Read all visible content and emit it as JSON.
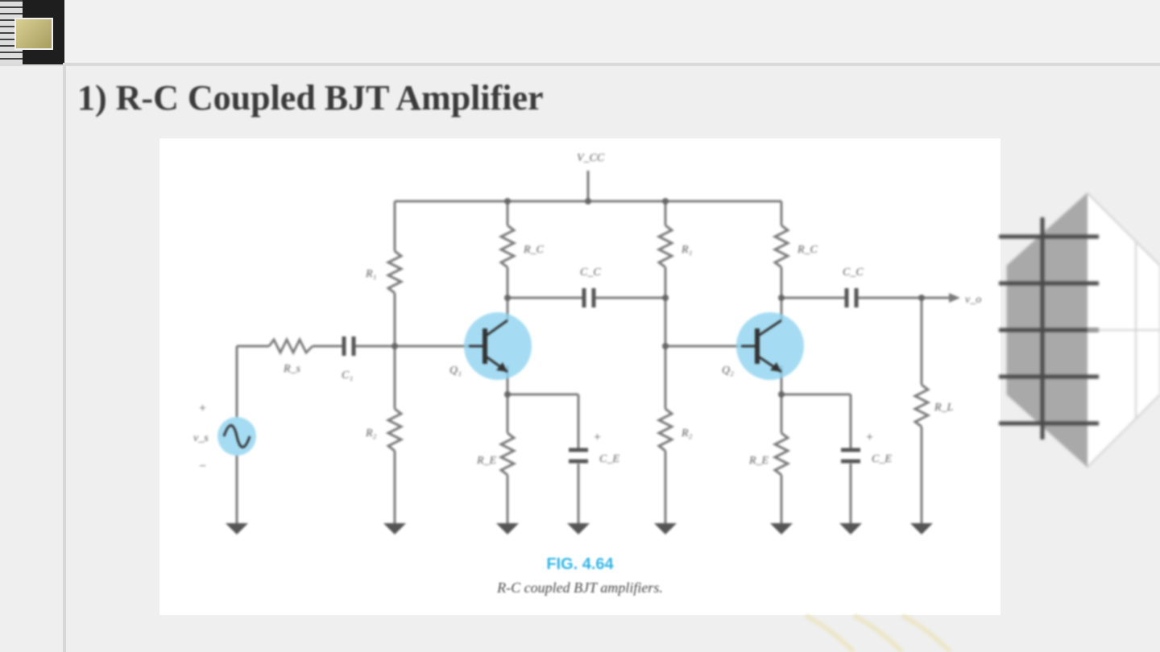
{
  "slide": {
    "title": "1)  R-C Coupled BJT Amplifier"
  },
  "figure": {
    "number": "FIG. 4.64",
    "caption": "R-C coupled BJT amplifiers.",
    "labels": {
      "vcc": "V_CC",
      "r1_left": "R₁",
      "r2_left": "R₂",
      "rc_1": "R_C",
      "re_1": "R_E",
      "ce_1": "C_E",
      "q1": "Q₁",
      "cc_mid": "C_C",
      "r1_mid": "R₁",
      "r2_mid": "R₂",
      "rc_2": "R_C",
      "re_2": "R_E",
      "ce_2": "C_E",
      "q2": "Q₂",
      "cc_out": "C_C",
      "rl": "R_L",
      "rs": "R_s",
      "c1": "C₁",
      "vs": "v_s",
      "vo": "v_o",
      "plus": "+",
      "minus": "−"
    }
  },
  "colors": {
    "accent": "#2fb4e6",
    "highlight": "#8fd3f0",
    "wire": "#7a7a7a"
  }
}
